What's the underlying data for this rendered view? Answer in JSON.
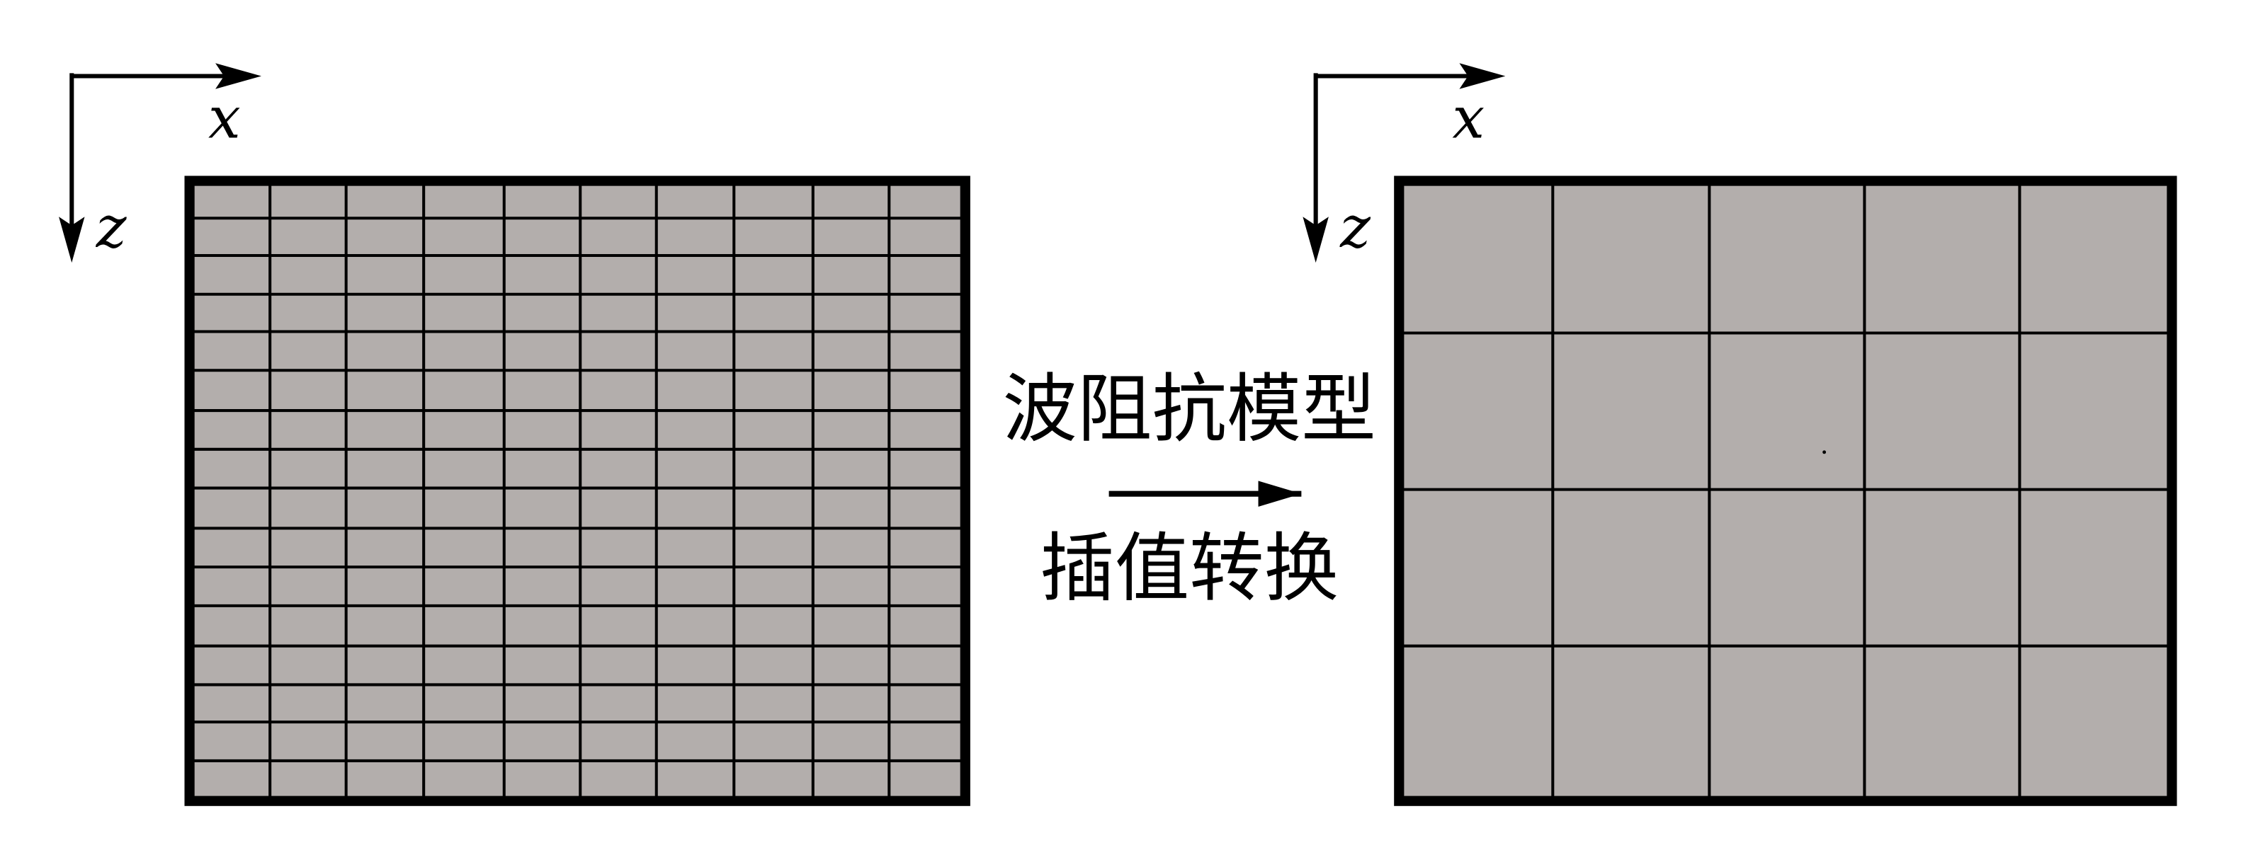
{
  "left_grid": {
    "cols": 10,
    "rows": 16,
    "fill": "#b3aeac"
  },
  "right_grid": {
    "cols": 5,
    "rows": 4,
    "fill": "#b3aeac"
  },
  "axes": {
    "x_label": "x",
    "z_label": "z"
  },
  "transform": {
    "top_label": "波阻抗模型",
    "bottom_label": "插值转换"
  },
  "colors": {
    "line": "#000000",
    "background": "#ffffff"
  }
}
